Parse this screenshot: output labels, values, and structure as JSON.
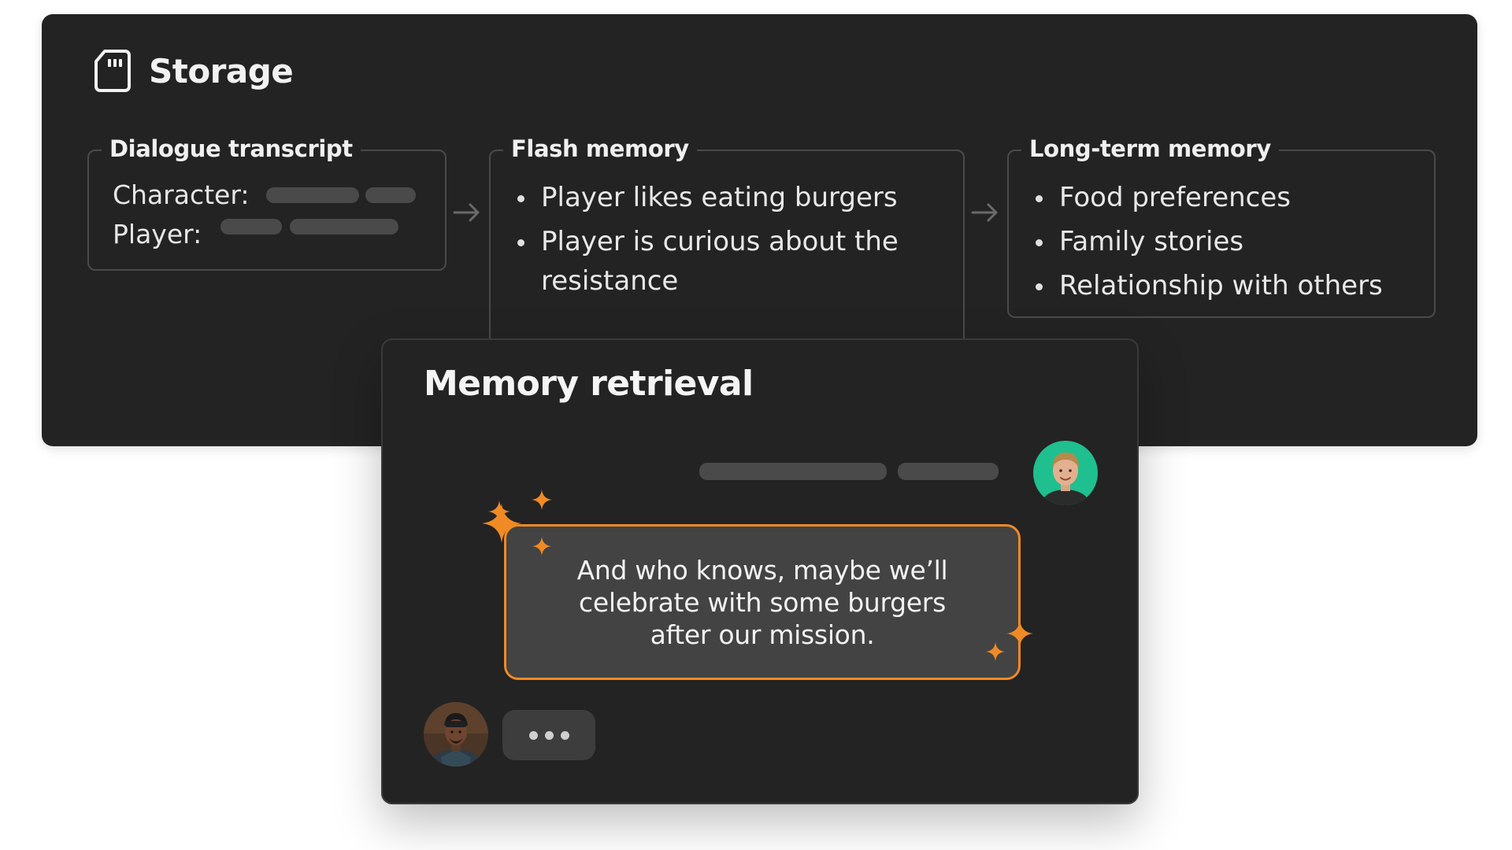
{
  "storage": {
    "title": "Storage",
    "icon": "sd-card-icon",
    "dialogue": {
      "legend": "Dialogue transcript",
      "character_label": "Character:",
      "player_label": "Player:"
    },
    "flash": {
      "legend": "Flash memory",
      "items": [
        "Player likes eating burgers",
        "Player is curious about the resistance"
      ]
    },
    "long_term": {
      "legend": "Long-term memory",
      "items": [
        "Food preferences",
        "Family stories",
        "Relationship with others"
      ]
    }
  },
  "retrieval": {
    "title": "Memory retrieval",
    "character_message": "And who knows, maybe we’ll celebrate with some burgers after our mission."
  },
  "colors": {
    "panel": "#232323",
    "accent": "#f08a24",
    "player_avatar_bg": "#1fbf8f"
  }
}
